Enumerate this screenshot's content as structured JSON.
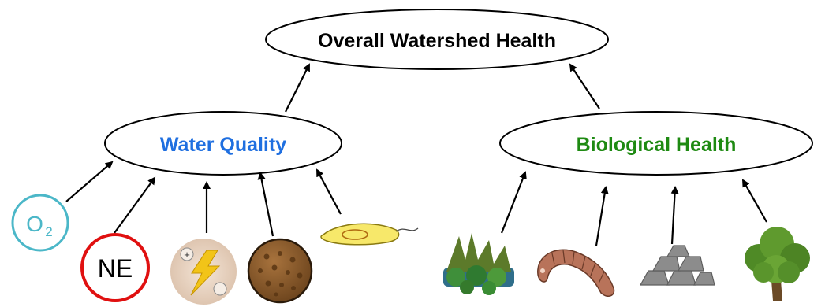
{
  "nodes": {
    "root": {
      "label": "Overall Watershed Health",
      "color": "#000000"
    },
    "water_quality": {
      "label": "Water Quality",
      "color": "#1f6fe0"
    },
    "biological_health": {
      "label": "Biological Health",
      "color": "#1e8a12"
    }
  },
  "indicators": {
    "oxygen": {
      "symbol": "O",
      "subscript": "2",
      "color": "#4bb7c8"
    },
    "ne": {
      "label": "NE",
      "ring_color": "#e01010"
    },
    "conductivity": {
      "plus": "+",
      "minus": "–"
    }
  },
  "colors": {
    "bolt": "#f2c418",
    "sediment": "#8a5a2b",
    "bacteria": "#f7e86a",
    "rock": "#8c8c8c",
    "tree": "#5f9a2e"
  }
}
